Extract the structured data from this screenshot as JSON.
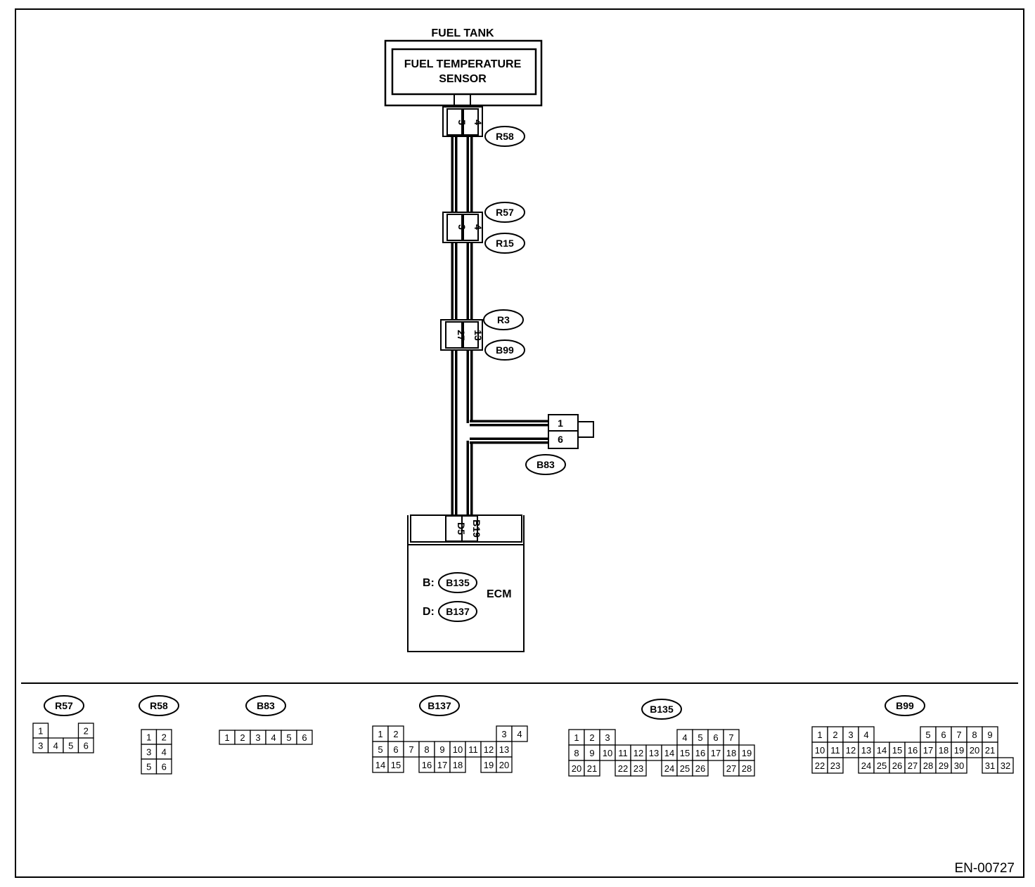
{
  "fuel_tank_label": "FUEL TANK",
  "sensor": {
    "line1": "FUEL TEMPERATURE",
    "line2": "SENSOR"
  },
  "wire_connectors": [
    {
      "left_pin": "5",
      "right_pin": "4",
      "ids": [
        "R58"
      ]
    },
    {
      "left_pin": "3",
      "right_pin": "4",
      "ids": [
        "R57",
        "R15"
      ]
    },
    {
      "left_pin": "27",
      "right_pin": "13",
      "ids": [
        "R3",
        "B99"
      ]
    }
  ],
  "b83_connector": {
    "top_pin": "1",
    "bottom_pin": "6",
    "id": "B83"
  },
  "ecm": {
    "label": "ECM",
    "left_pin": "D5",
    "right_pin": "B19",
    "rows": [
      {
        "prefix": "B:",
        "id": "B135"
      },
      {
        "prefix": "D:",
        "id": "B137"
      }
    ]
  },
  "connector_views": [
    {
      "id": "R57",
      "rows": [
        [
          "1",
          "",
          "",
          "2"
        ],
        [
          "3",
          "4",
          "5",
          "6"
        ]
      ]
    },
    {
      "id": "R58",
      "rows": [
        [
          "1",
          "2"
        ],
        [
          "3",
          "4"
        ],
        [
          "5",
          "6"
        ]
      ]
    },
    {
      "id": "B83",
      "rows": [
        [
          "1",
          "2",
          "3",
          "4",
          "5",
          "6"
        ]
      ]
    },
    {
      "id": "B137",
      "rows": [
        [
          "1",
          "2",
          "",
          "",
          "",
          "",
          "",
          "",
          "3",
          "4"
        ],
        [
          "5",
          "6",
          "7",
          "8",
          "9",
          "10",
          "11",
          "12",
          "13"
        ],
        [
          "14",
          "15",
          "",
          "16",
          "17",
          "18",
          "",
          "19",
          "20"
        ]
      ]
    },
    {
      "id": "B135",
      "rows": [
        [
          "1",
          "2",
          "3",
          "",
          "",
          "",
          "",
          "4",
          "5",
          "6",
          "7"
        ],
        [
          "8",
          "9",
          "10",
          "11",
          "12",
          "13",
          "14",
          "15",
          "16",
          "17",
          "18",
          "19"
        ],
        [
          "20",
          "21",
          "",
          "22",
          "23",
          "",
          "24",
          "25",
          "26",
          "",
          "27",
          "28"
        ]
      ]
    },
    {
      "id": "B99",
      "rows": [
        [
          "1",
          "2",
          "3",
          "4",
          "",
          "",
          "",
          "5",
          "6",
          "7",
          "8",
          "9"
        ],
        [
          "10",
          "11",
          "12",
          "13",
          "14",
          "15",
          "16",
          "17",
          "18",
          "19",
          "20",
          "21"
        ],
        [
          "22",
          "23",
          "",
          "24",
          "25",
          "26",
          "27",
          "28",
          "29",
          "30",
          "",
          "31",
          "32"
        ]
      ]
    }
  ],
  "figure_id": "EN-00727"
}
